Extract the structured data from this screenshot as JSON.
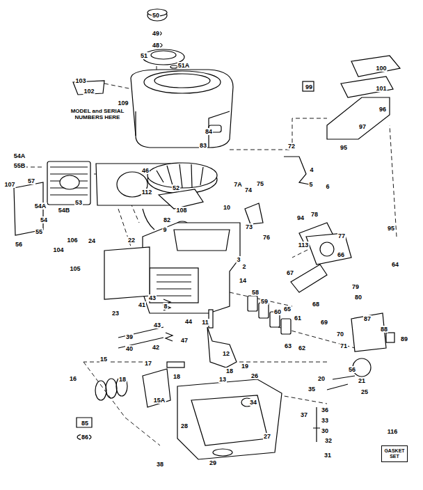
{
  "diagram": {
    "nodes": [
      {
        "text": [
          "GASKET SET"
        ]
      }
    ],
    "labels": [
      "50",
      "49",
      "48",
      "51",
      "51A",
      "103",
      "102",
      "109",
      "MODEL and SERIAL NUMBERS HERE",
      "84",
      "83",
      "99",
      "100",
      "101",
      "96",
      "97",
      "95",
      "54A",
      "55B",
      "57",
      "107",
      "52",
      "53",
      "54B",
      "54A",
      "54",
      "55",
      "56",
      "46",
      "112",
      "82",
      "108",
      "10",
      "72",
      "4",
      "5",
      "6",
      "7A",
      "74",
      "75",
      "73",
      "76",
      "94",
      "78",
      "77",
      "95",
      "113",
      "66",
      "64",
      "9",
      "106",
      "24",
      "22",
      "104",
      "105",
      "3",
      "2",
      "14",
      "67",
      "58",
      "59",
      "60",
      "65",
      "61",
      "68",
      "69",
      "70",
      "71",
      "63",
      "62",
      "79",
      "80",
      "87",
      "88",
      "89",
      "43",
      "41",
      "8",
      "44",
      "43",
      "23",
      "11",
      "47",
      "39",
      "40",
      "42",
      "12",
      "18",
      "19",
      "15",
      "17",
      "16",
      "18",
      "13",
      "18",
      "15A",
      "26",
      "56",
      "20",
      "21",
      "25",
      "35",
      "34",
      "36",
      "37",
      "33",
      "30",
      "32",
      "31",
      "28",
      "27",
      "29",
      "38",
      "85",
      "86",
      "116"
    ]
  }
}
